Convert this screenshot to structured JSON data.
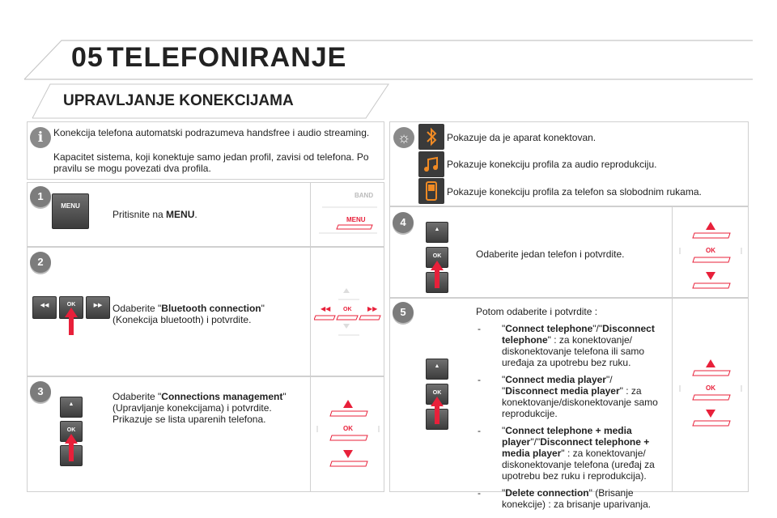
{
  "header": {
    "chapter": "05",
    "title": "TELEFONIRANJE",
    "subtitle": "UPRAVLJANJE KONEKCIJAMA"
  },
  "info": {
    "p1": "Konekcija telefona automatski podrazumeva handsfree i audio streaming.",
    "p2": "Kapacitet sistema, koji konektuje samo jedan profil, zavisi od telefona. Po pravilu se mogu povezati dva profila."
  },
  "legend": [
    {
      "icon": "bluetooth-icon",
      "color": "#f08a24",
      "text": "Pokazuje da je aparat konektovan."
    },
    {
      "icon": "music-note-icon",
      "color": "#f08a24",
      "text": "Pokazuje konekciju profila za audio reprodukciju."
    },
    {
      "icon": "phone-icon",
      "color": "#f08a24",
      "text": "Pokazuje konekciju profila za telefon sa slobodnim rukama."
    }
  ],
  "steps": {
    "s1": {
      "num": "1",
      "pre": "Pritisnite na ",
      "bold": "MENU",
      "post": ".",
      "key": "MENU",
      "band": "BAND",
      "menu": "MENU"
    },
    "s2": {
      "num": "2",
      "pre": "Odaberite \"",
      "bold": "Bluetooth connection",
      "post": "\" (Konekcija bluetooth) i potvrdite.",
      "ok": "OK"
    },
    "s3": {
      "num": "3",
      "pre": "Odaberite \"",
      "bold": "Connections management",
      "post": "\" (Upravljanje konekcijama) i potvrdite. Prikazuje se lista uparenih telefona.",
      "ok": "OK"
    },
    "s4": {
      "num": "4",
      "text": "Odaberite jedan telefon i potvrdite.",
      "ok": "OK"
    },
    "s5": {
      "num": "5",
      "intro": "Potom odaberite i potvrdite :",
      "ok": "OK",
      "options": [
        {
          "q1": "\"",
          "b1": "Connect telephone",
          "m": "\"/\"",
          "b2": "Disconnect telephone",
          "rest": "\" : za konektovanje/ diskonektovanje telefona ili samo uređaja za upotrebu bez ruku."
        },
        {
          "q1": "\"",
          "b1": "Connect media player",
          "m": "\"/ \"",
          "b2": "Disconnect media player",
          "rest": "\" : za konektovanje/diskonektovanje samo reprodukcije."
        },
        {
          "q1": "\"",
          "b1": "Connect telephone + media player",
          "m": "\"/\"",
          "b2": "Disconnect telephone + media player",
          "rest": "\" : za konektovanje/ diskonektovanje telefona (uređaj za upotrebu bez ruku i reprodukcija)."
        },
        {
          "q1": "\"",
          "b1": "Delete connection",
          "m": "",
          "b2": "",
          "rest": "\" (Brisanje konekcije) : za brisanje uparivanja."
        }
      ]
    }
  },
  "colors": {
    "arrow_red": "#e8203a",
    "badge_grey": "#7c7c7c",
    "accent_orange": "#f08a24"
  }
}
